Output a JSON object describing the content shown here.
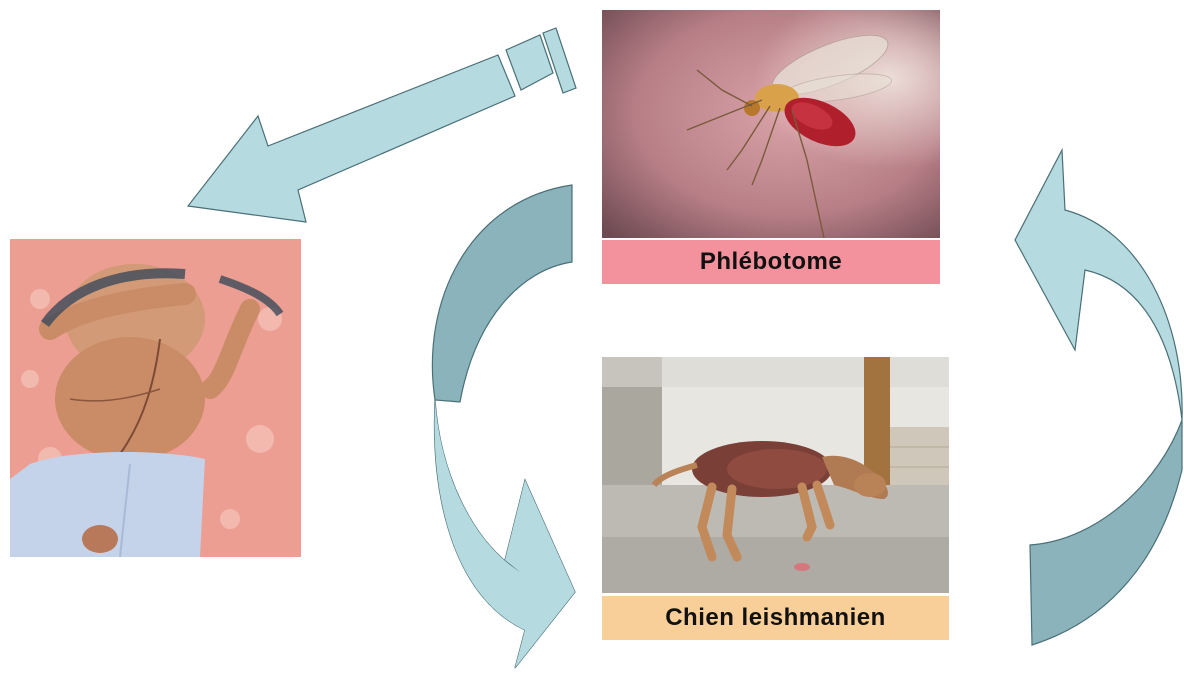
{
  "labels": {
    "sandfly": "Phlébotome",
    "dog": "Chien leishmanien"
  },
  "colors": {
    "arrow_fill": "#b5dbe0",
    "arrow_dark": "#8ab3bb",
    "arrow_stroke": "#4a6f77",
    "sandfly_caption_bg": "#f3929c",
    "dog_caption_bg": "#f8cf98"
  },
  "images": [
    {
      "id": "sandfly-photo",
      "depicts": "sandfly biting skin"
    },
    {
      "id": "dog-photo",
      "depicts": "emaciated leishmaniasis dog"
    },
    {
      "id": "child-photo",
      "depicts": "child with swollen abdomen"
    }
  ]
}
